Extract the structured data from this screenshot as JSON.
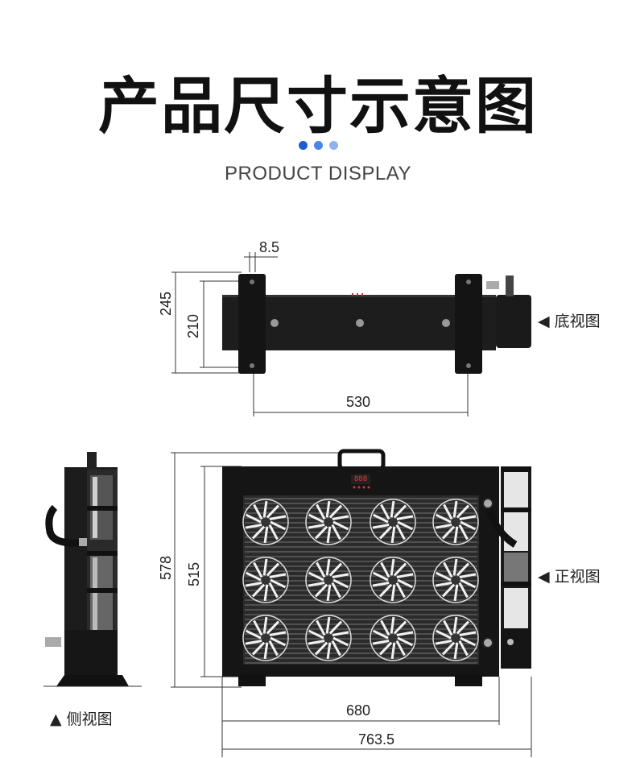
{
  "header": {
    "title": "产品尺寸示意图",
    "subtitle": "PRODUCT DISPLAY",
    "dot_colors": [
      "#1a5fd6",
      "#4b86e3",
      "#8fb3ee"
    ]
  },
  "views": {
    "bottom": {
      "label": "◀ 底视图",
      "dim_offset": "8.5",
      "dim_height_outer": "245",
      "dim_height_inner": "210",
      "dim_width": "530"
    },
    "front": {
      "label": "◀ 正视图",
      "display_text": "888",
      "dim_height_outer": "578",
      "dim_height_inner": "515",
      "dim_width_inner": "680",
      "dim_width_outer": "763.5"
    },
    "side": {
      "label": "▲ 侧视图"
    }
  }
}
